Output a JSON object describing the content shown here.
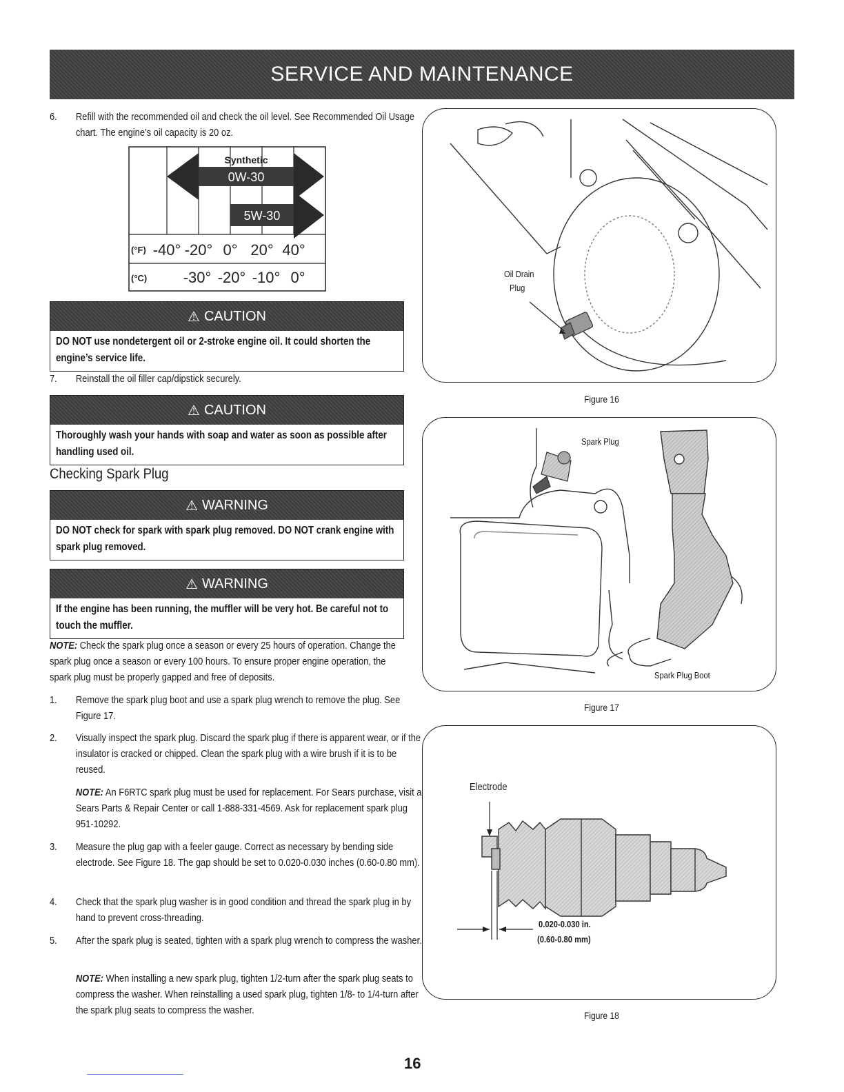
{
  "header": {
    "title": "SERVICE AND MAINTENANCE"
  },
  "steps_top": [
    {
      "num": "6.",
      "text": "Refill with the recommended oil and check the oil level. See Recommended Oil Usage chart. The engine’s oil capacity is 20 oz."
    }
  ],
  "oil_chart": {
    "synthetic_label": "Synthetic",
    "oil_a": "0W-30",
    "oil_b": "5W-30",
    "f_label": "(°F)",
    "c_label": "(°C)",
    "f_ticks": [
      "-40°",
      "-20°",
      "0°",
      "20°",
      "40°"
    ],
    "c_ticks": [
      "-30°",
      "-20°",
      "-10°",
      "0°"
    ]
  },
  "caution1": {
    "title": "CAUTION",
    "text": "DO NOT use nondetergent oil or 2-stroke engine oil. It could shorten the engine’s service life."
  },
  "step7": {
    "num": "7.",
    "text": "Reinstall the oil filler cap/dipstick securely."
  },
  "caution2": {
    "title": "CAUTION",
    "text": "Thoroughly wash your hands with soap and water as soon as possible after handling used oil."
  },
  "section": {
    "heading": "Checking Spark Plug"
  },
  "warning1": {
    "title": "WARNING",
    "text": "DO NOT check for spark with spark plug removed. DO NOT crank engine with spark plug removed."
  },
  "warning2": {
    "title": "WARNING",
    "text": "If the engine has been running, the muffler will be very hot. Be careful not to touch the muffler."
  },
  "note1": {
    "label": "NOTE:",
    "text": " Check the spark plug once a season or every 25 hours of operation. Change the spark plug once a season or every 100 hours. To ensure proper engine operation, the spark plug must be properly gapped and free of deposits."
  },
  "steps": [
    {
      "num": "1.",
      "text": "Remove the spark plug boot and use a spark plug wrench to remove the plug. See Figure 17."
    },
    {
      "num": "2.",
      "text": "Visually inspect the spark plug. Discard the spark plug if there is apparent wear, or if the insulator is cracked or chipped. Clean the spark plug with a wire brush if it is to be reused."
    },
    {
      "num": "3.",
      "text": "Measure the plug gap with a feeler gauge. Correct as necessary by bending side electrode. See Figure 18. The gap should be set to 0.020-0.030 inches (0.60-0.80 mm)."
    },
    {
      "num": "4.",
      "text": "Check that the spark plug washer is in good condition and thread the spark plug in by hand to prevent cross-threading."
    },
    {
      "num": "5.",
      "text": "After the spark plug is seated, tighten with a spark plug wrench to compress the washer."
    }
  ],
  "note2": {
    "label": "NOTE:",
    "text": " An F6RTC spark plug must be used for replacement. For Sears purchase, visit a Sears Parts & Repair Center or call 1-888-331-4569. Ask for replacement spark plug 951-10292."
  },
  "note3": {
    "label": "NOTE:",
    "text": " When installing a new spark plug, tighten 1/2-turn after the spark plug seats to compress the washer. When reinstalling a used spark plug, tighten 1/8- to 1/4-turn after the spark plug seats to compress the washer."
  },
  "figures": {
    "fig16": {
      "caption": "Figure 16",
      "label1": "Oil Drain",
      "label2": "Plug"
    },
    "fig17": {
      "caption": "Figure 17",
      "label_plug": "Spark Plug",
      "label_boot": "Spark Plug Boot"
    },
    "fig18": {
      "caption": "Figure 18",
      "label_electrode": "Electrode",
      "gap_in": "0.020-0.030 in.",
      "gap_mm": "(0.60-0.80 mm)"
    }
  },
  "page": {
    "number": "16"
  }
}
